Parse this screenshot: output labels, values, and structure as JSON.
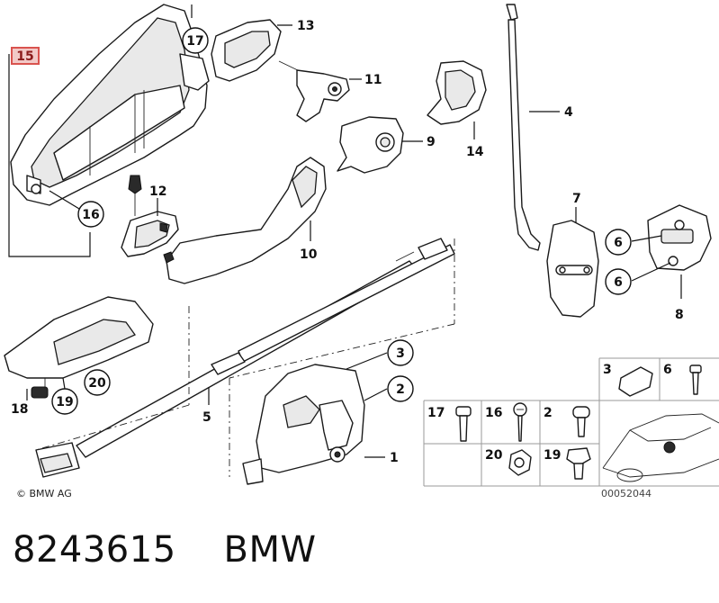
{
  "callouts": {
    "c1": "1",
    "c2": "2",
    "c3": "3",
    "c4": "4",
    "c5": "5",
    "c6a": "6",
    "c6b": "6",
    "c7": "7",
    "c8": "8",
    "c9": "9",
    "c10": "10",
    "c11": "11",
    "c12": "12",
    "c13": "13",
    "c14": "14",
    "c15": "15",
    "c16": "16",
    "c17": "17",
    "c18": "18",
    "c19": "19",
    "c20": "20"
  },
  "grid": {
    "g3": "3",
    "g6": "6",
    "g17": "17",
    "g16": "16",
    "g2": "2",
    "g20": "20",
    "g19": "19"
  },
  "copyright": "© BMW AG",
  "diagram_id": "00052044",
  "caption": {
    "part_number": "8243615",
    "brand": "BMW"
  },
  "colors": {
    "highlight_box": "#d9534f",
    "highlight_fill": "#f2c9c7"
  }
}
